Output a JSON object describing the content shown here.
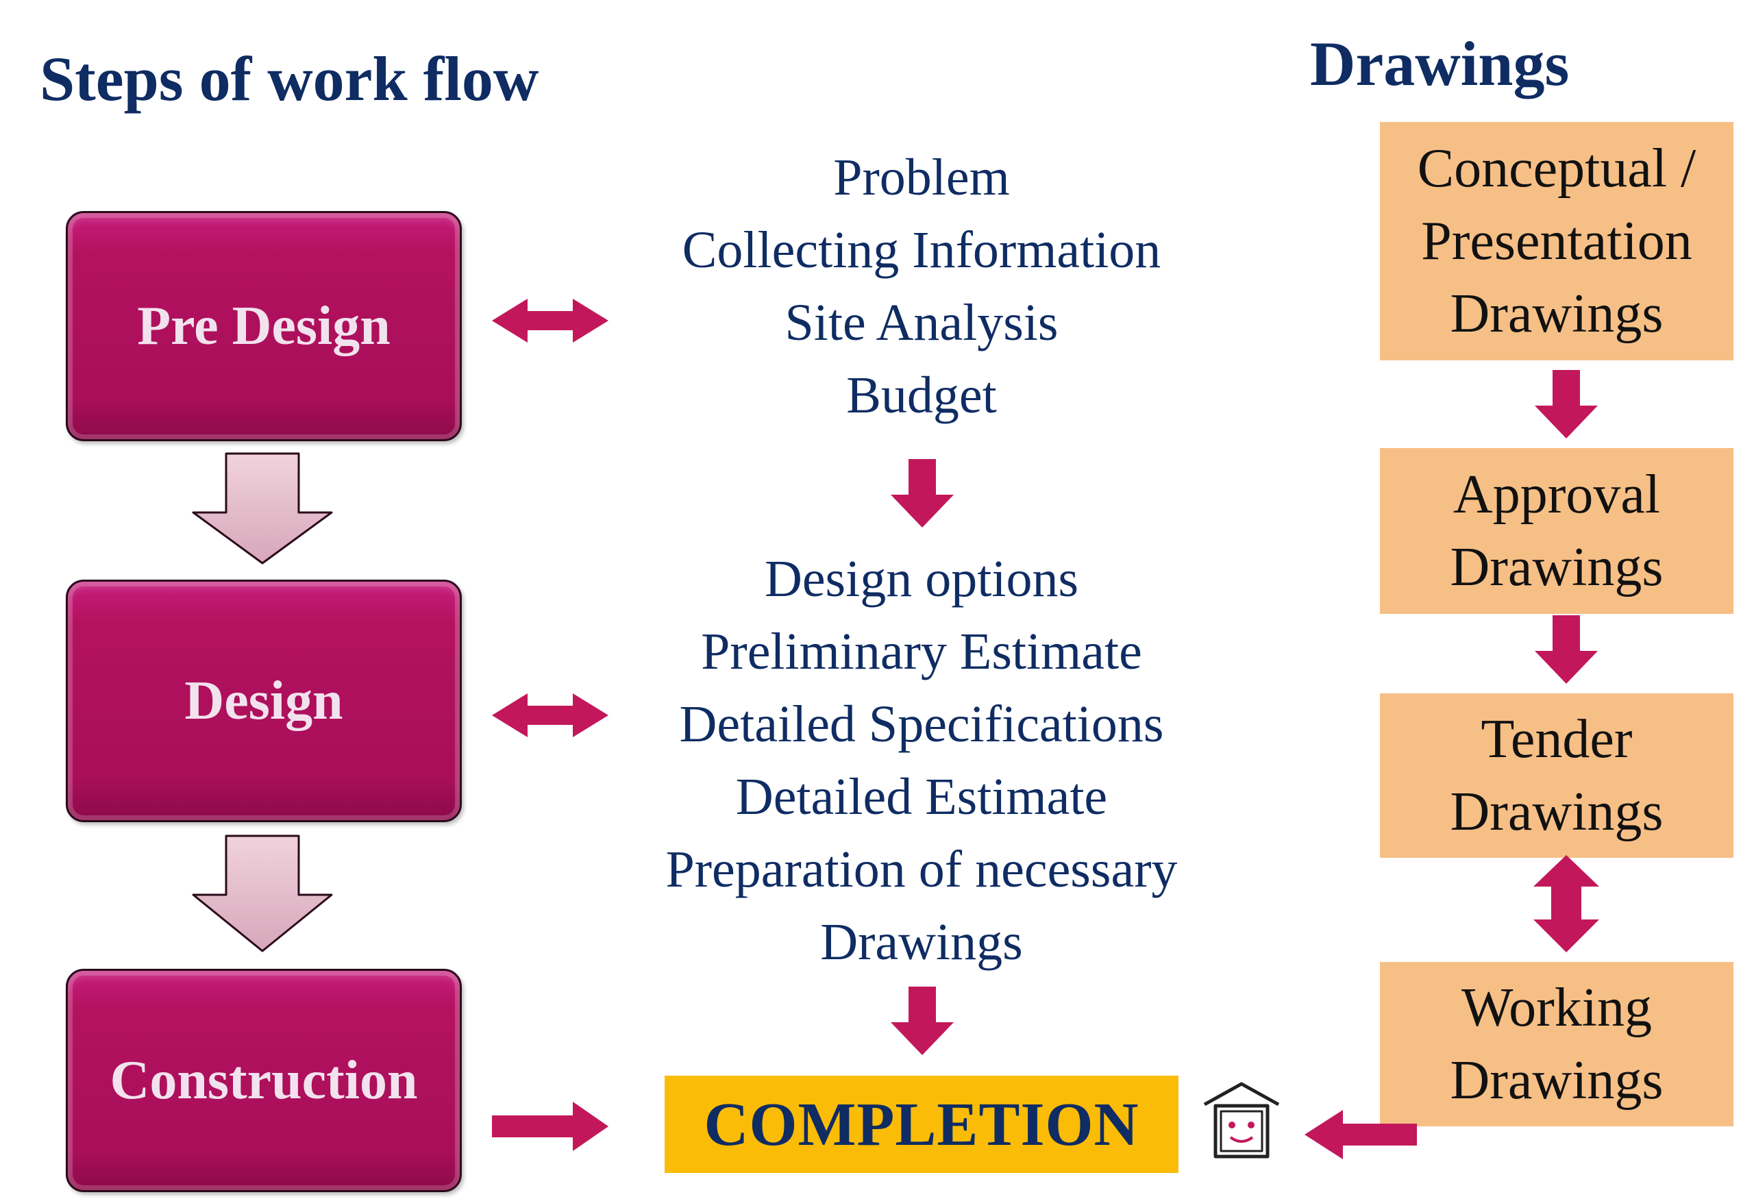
{
  "headings": {
    "left": "Steps of work flow",
    "right": "Drawings"
  },
  "stages": {
    "pre_design": "Pre Design",
    "design": "Design",
    "construction": "Construction"
  },
  "pre_design_items": [
    "Problem",
    "Collecting Information",
    "Site Analysis",
    "Budget"
  ],
  "design_items": [
    "Design options",
    "Preliminary Estimate",
    "Detailed Specifications",
    "Detailed Estimate",
    "Preparation of necessary",
    "Drawings"
  ],
  "completion": "COMPLETION",
  "drawings": {
    "conceptual": [
      "Conceptual /",
      "Presentation",
      "Drawings"
    ],
    "approval": [
      "Approval",
      "Drawings"
    ],
    "tender": [
      "Tender",
      "Drawings"
    ],
    "working": [
      "Working",
      "Drawings"
    ]
  },
  "colors": {
    "stage": "#a90e5a",
    "arrow": "#c2185b",
    "heading_text": "#0f2c63",
    "completion_bg": "#fbbc07",
    "drawing_box": "#f6bf86",
    "stage_down_arrow": "#deb3c3"
  },
  "icons": {
    "completion_symbol": "smiling-house-icon"
  }
}
